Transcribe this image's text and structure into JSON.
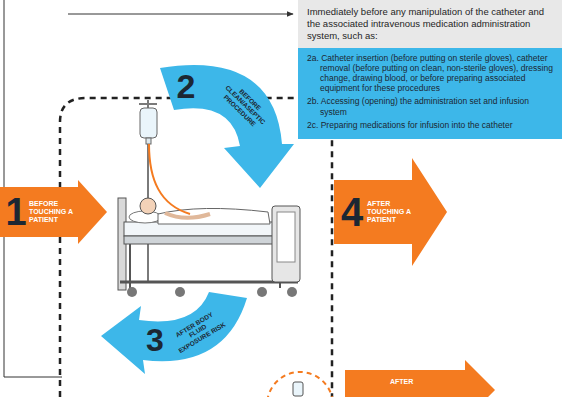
{
  "diagram": {
    "nodes": [
      {
        "text": [
          "Immediately before any manipulation of the catheter and the associated intravenous medication administration system, such as:"
        ]
      },
      {
        "text": [
          "2a. Catheter insertion (before putting on sterile gloves), catheter removal (before putting on clean, non-sterile gloves), dressing change, drawing blood, or before preparing associated equipment for these procedures",
          "2b. Accessing (opening) the administration set and infusion system",
          "2c. Preparing medications for infusion into the catheter"
        ]
      },
      {
        "text": [
          "2",
          "BEFORE CLEAN/ASEPTIC PROCEDURE"
        ]
      },
      {
        "text": [
          "1",
          "BEFORE TOUCHING A PATIENT"
        ]
      },
      {
        "text": [
          "4",
          "AFTER TOUCHING A PATIENT"
        ]
      },
      {
        "text": [
          "3",
          "AFTER BODY FLUID EXPOSURE RISK"
        ]
      },
      {
        "text": [
          "AFTER"
        ]
      }
    ]
  }
}
